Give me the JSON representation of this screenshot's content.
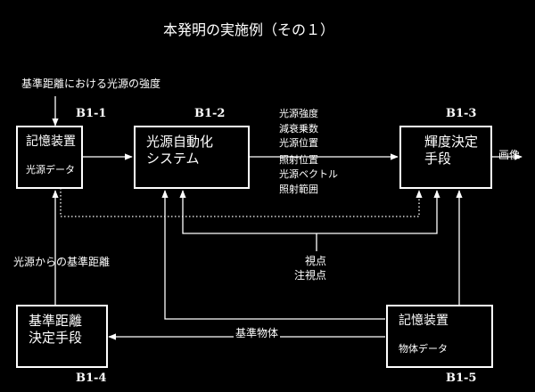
{
  "title": "本発明の実施例（その１）",
  "input_label": "基準距離における光源の強度",
  "blocks": {
    "b1": {
      "id": "B1-1",
      "line1": "記憶装置",
      "line2": "光源データ"
    },
    "b2": {
      "id": "B1-2",
      "line1": "光源自動化",
      "line2": "システム"
    },
    "b3": {
      "id": "B1-3",
      "line1": "輝度決定",
      "line2": "手段"
    },
    "b4": {
      "id": "B1-4",
      "line1": "基準距離",
      "line2": "決定手段"
    },
    "b5": {
      "id": "B1-5",
      "line1": "記憶装置",
      "line2": "物体データ"
    }
  },
  "params": [
    "光源強度",
    "減衰乗数",
    "光源位置",
    "照射位置",
    "光源ベクトル",
    "照射範囲"
  ],
  "output_label": "画像",
  "viewpoint": [
    "視点",
    "注視点"
  ],
  "distance_label": "光源からの基準距離",
  "object_label": "基準物体"
}
